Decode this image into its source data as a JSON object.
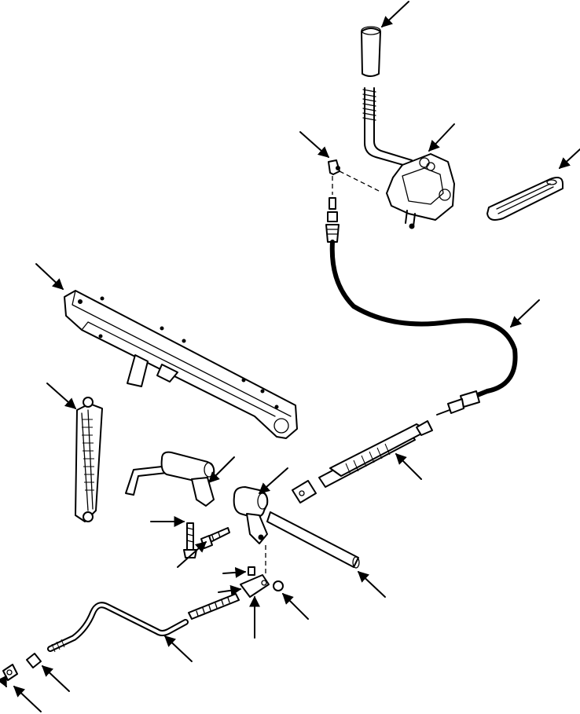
{
  "figure": {
    "parts": [
      {
        "id": "knob",
        "icon": "shift-knob"
      },
      {
        "id": "shift-lever",
        "icon": "shift-lever"
      },
      {
        "id": "lever-housing",
        "icon": "lever-housing"
      },
      {
        "id": "cover-plate",
        "icon": "cover-plate"
      },
      {
        "id": "upper-clevis",
        "icon": "clevis"
      },
      {
        "id": "control-cable",
        "icon": "cable"
      },
      {
        "id": "support-bracket",
        "icon": "bracket"
      },
      {
        "id": "spring-assembly",
        "icon": "spring"
      },
      {
        "id": "cable-end-assembly",
        "icon": "cable-end"
      },
      {
        "id": "bellcrank",
        "icon": "bellcrank"
      },
      {
        "id": "pivot-bracket",
        "icon": "pivot"
      },
      {
        "id": "shaft",
        "icon": "shaft"
      },
      {
        "id": "capscrew-1",
        "icon": "bolt"
      },
      {
        "id": "capscrew-2",
        "icon": "bolt"
      },
      {
        "id": "pin",
        "icon": "pin"
      },
      {
        "id": "lower-clevis",
        "icon": "clevis"
      },
      {
        "id": "nut",
        "icon": "nut"
      },
      {
        "id": "threaded-rod",
        "icon": "rod"
      },
      {
        "id": "bent-rod",
        "icon": "bent-rod"
      },
      {
        "id": "jam-nut",
        "icon": "nut"
      },
      {
        "id": "rod-end",
        "icon": "rod-end"
      }
    ],
    "callout_count": 21
  }
}
